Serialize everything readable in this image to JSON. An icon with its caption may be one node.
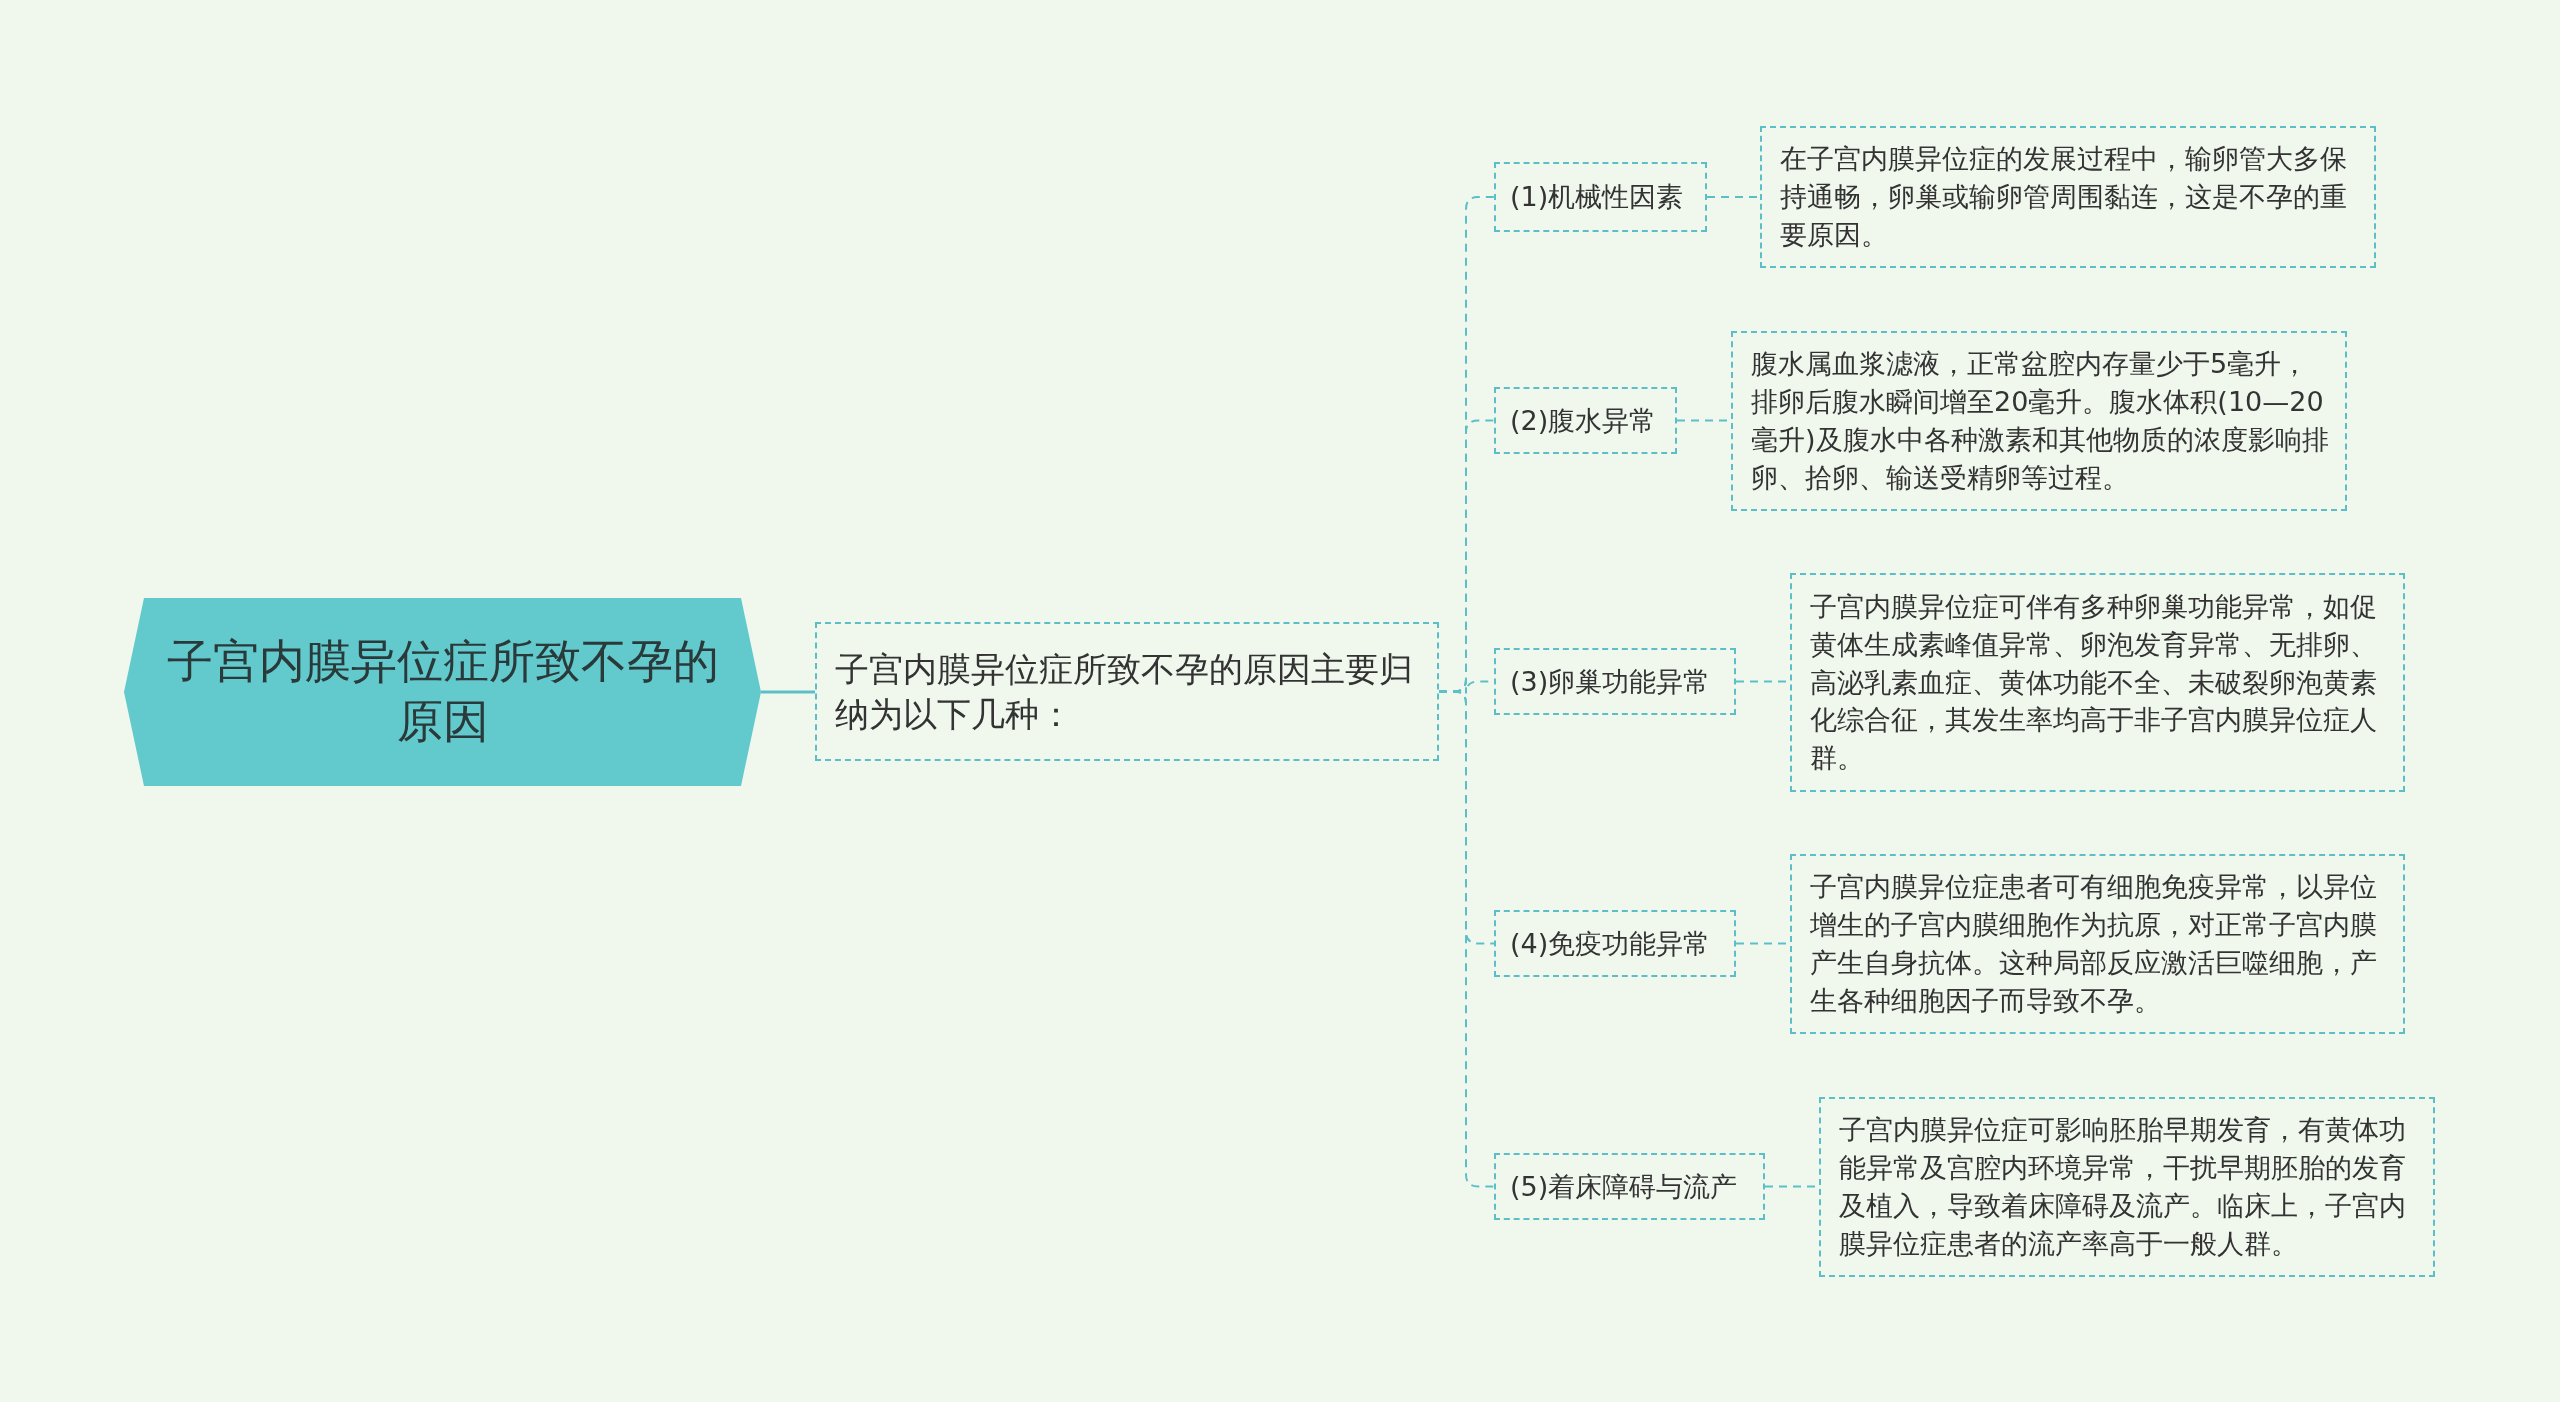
{
  "diagram": {
    "nodes": [
      {
        "text": [
          "子宫内膜异位症所致不孕的原因"
        ]
      },
      {
        "text": [
          "子宫内膜异位症所致不孕的原因主要归纳为以下几种："
        ]
      },
      {
        "text": [
          "(1)机械性因素"
        ]
      },
      {
        "text": [
          "在子宫内膜异位症的发展过程中，输卵管大多保持通畅，卵巢或输卵管周围黏连，这是不孕的重要原因。"
        ]
      },
      {
        "text": [
          "(2)腹水异常"
        ]
      },
      {
        "text": [
          "腹水属血浆滤液，正常盆腔内存量少于5毫升，排卵后腹水瞬间增至20毫升。腹水体积(10—20毫升)及腹水中各种激素和其他物质的浓度影响排卵、拾卵、输送受精卵等过程。"
        ]
      },
      {
        "text": [
          "(3)卵巢功能异常"
        ]
      },
      {
        "text": [
          "子宫内膜异位症可伴有多种卵巢功能异常，如促黄体生成素峰值异常、卵泡发育异常、无排卵、高泌乳素血症、黄体功能不全、未破裂卵泡黄素化综合征，其发生率均高于非子宫内膜异位症人群。"
        ]
      },
      {
        "text": [
          "(4)免疫功能异常"
        ]
      },
      {
        "text": [
          "子宫内膜异位症患者可有细胞免疫异常，以异位增生的子宫内膜细胞作为抗原，对正常子宫内膜产生自身抗体。这种局部反应激活巨噬细胞，产生各种细胞因子而导致不孕。"
        ]
      },
      {
        "text": [
          "(5)着床障碍与流产"
        ]
      },
      {
        "text": [
          "子宫内膜异位症可影响胚胎早期发育，有黄体功能异常及宫腔内环境异常，干扰早期胚胎的发育及植入，导致着床障碍及流产。临床上，子宫内膜异位症患者的流产率高于一般人群。"
        ]
      }
    ],
    "edges": [
      {
        "from": 0,
        "to": 1,
        "arrow": "none"
      },
      {
        "from": 1,
        "to": 2,
        "arrow": "none",
        "style": "dashed"
      },
      {
        "from": 1,
        "to": 4,
        "arrow": "none",
        "style": "dashed"
      },
      {
        "from": 1,
        "to": 6,
        "arrow": "none",
        "style": "dashed"
      },
      {
        "from": 1,
        "to": 8,
        "arrow": "none",
        "style": "dashed"
      },
      {
        "from": 1,
        "to": 10,
        "arrow": "none",
        "style": "dashed"
      },
      {
        "from": 2,
        "to": 3,
        "arrow": "none",
        "style": "dashed"
      },
      {
        "from": 4,
        "to": 5,
        "arrow": "none",
        "style": "dashed"
      },
      {
        "from": 6,
        "to": 7,
        "arrow": "none",
        "style": "dashed"
      },
      {
        "from": 8,
        "to": 9,
        "arrow": "none",
        "style": "dashed"
      },
      {
        "from": 10,
        "to": 11,
        "arrow": "none",
        "style": "dashed"
      }
    ]
  }
}
